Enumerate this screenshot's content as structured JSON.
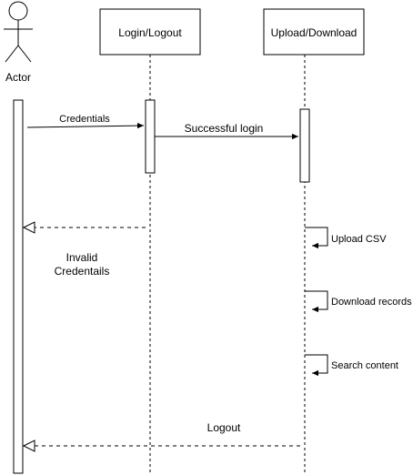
{
  "actor": {
    "label": "Actor"
  },
  "lifelines": {
    "login": {
      "label": "Login/Logout"
    },
    "upload": {
      "label": "Upload/Download"
    }
  },
  "messages": {
    "credentials": "Credentials",
    "successful_login": "Successful login",
    "invalid_line1": "Invalid",
    "invalid_line2": "Credentails",
    "upload_csv": "Upload CSV",
    "download_records": "Download records",
    "search_content": "Search content",
    "logout": "Logout"
  },
  "colors": {
    "stroke": "#000000",
    "background": "#ffffff"
  }
}
